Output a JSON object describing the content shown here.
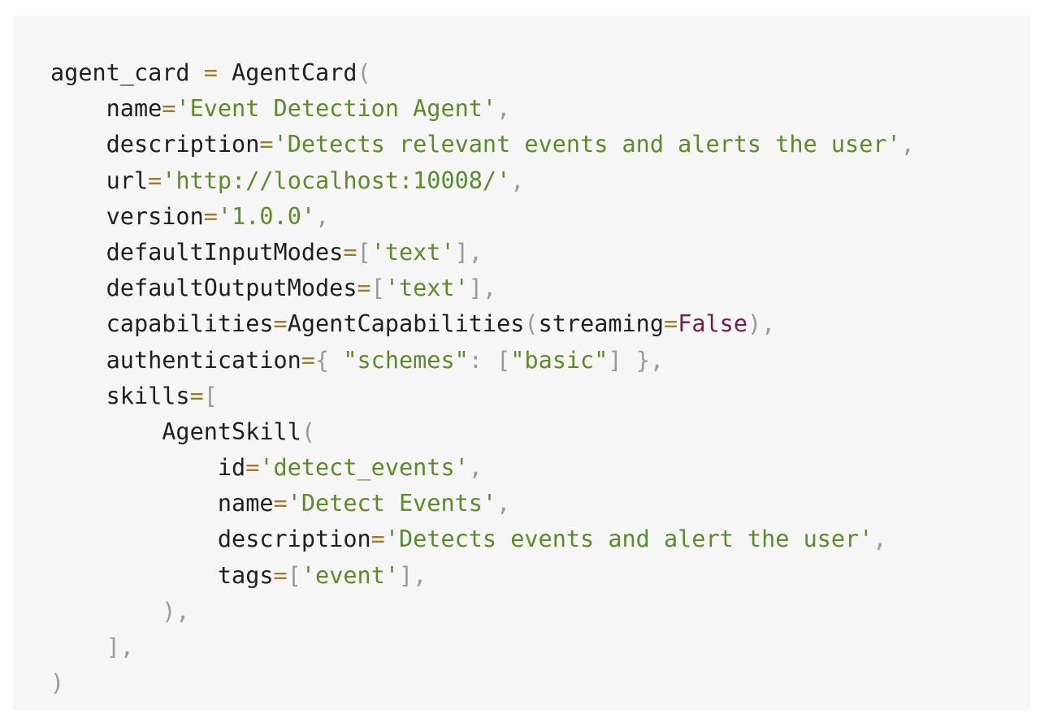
{
  "colors": {
    "background": "#f6f6f6",
    "plain": "#1f1f1f",
    "string": "#5b8c2a",
    "punctuation": "#9a9a9a",
    "operator": "#a07a2a",
    "keyword": "#7a1a4a"
  },
  "code": {
    "lines": [
      {
        "indent": 0,
        "tokens": [
          {
            "text": "agent_card",
            "type": "plain"
          },
          {
            "text": " ",
            "type": "plain"
          },
          {
            "text": "=",
            "type": "op"
          },
          {
            "text": " ",
            "type": "plain"
          },
          {
            "text": "AgentCard",
            "type": "plain"
          },
          {
            "text": "(",
            "type": "punct"
          }
        ]
      },
      {
        "indent": 1,
        "tokens": [
          {
            "text": "name",
            "type": "plain"
          },
          {
            "text": "=",
            "type": "op"
          },
          {
            "text": "'Event Detection Agent'",
            "type": "str"
          },
          {
            "text": ",",
            "type": "punct"
          }
        ]
      },
      {
        "indent": 1,
        "tokens": [
          {
            "text": "description",
            "type": "plain"
          },
          {
            "text": "=",
            "type": "op"
          },
          {
            "text": "'Detects relevant events and alerts the user'",
            "type": "str"
          },
          {
            "text": ",",
            "type": "punct"
          }
        ]
      },
      {
        "indent": 1,
        "tokens": [
          {
            "text": "url",
            "type": "plain"
          },
          {
            "text": "=",
            "type": "op"
          },
          {
            "text": "'http://localhost:10008/'",
            "type": "str"
          },
          {
            "text": ",",
            "type": "punct"
          }
        ]
      },
      {
        "indent": 1,
        "tokens": [
          {
            "text": "version",
            "type": "plain"
          },
          {
            "text": "=",
            "type": "op"
          },
          {
            "text": "'1.0.0'",
            "type": "str"
          },
          {
            "text": ",",
            "type": "punct"
          }
        ]
      },
      {
        "indent": 1,
        "tokens": [
          {
            "text": "defaultInputModes",
            "type": "plain"
          },
          {
            "text": "=",
            "type": "op"
          },
          {
            "text": "[",
            "type": "punct"
          },
          {
            "text": "'text'",
            "type": "str"
          },
          {
            "text": "],",
            "type": "punct"
          }
        ]
      },
      {
        "indent": 1,
        "tokens": [
          {
            "text": "defaultOutputModes",
            "type": "plain"
          },
          {
            "text": "=",
            "type": "op"
          },
          {
            "text": "[",
            "type": "punct"
          },
          {
            "text": "'text'",
            "type": "str"
          },
          {
            "text": "],",
            "type": "punct"
          }
        ]
      },
      {
        "indent": 1,
        "tokens": [
          {
            "text": "capabilities",
            "type": "plain"
          },
          {
            "text": "=",
            "type": "op"
          },
          {
            "text": "AgentCapabilities",
            "type": "plain"
          },
          {
            "text": "(",
            "type": "punct"
          },
          {
            "text": "streaming",
            "type": "plain"
          },
          {
            "text": "=",
            "type": "op"
          },
          {
            "text": "False",
            "type": "kw"
          },
          {
            "text": "),",
            "type": "punct"
          }
        ]
      },
      {
        "indent": 1,
        "tokens": [
          {
            "text": "authentication",
            "type": "plain"
          },
          {
            "text": "=",
            "type": "op"
          },
          {
            "text": "{ ",
            "type": "punct"
          },
          {
            "text": "\"schemes\"",
            "type": "str"
          },
          {
            "text": ": [",
            "type": "punct"
          },
          {
            "text": "\"basic\"",
            "type": "str"
          },
          {
            "text": "] },",
            "type": "punct"
          }
        ]
      },
      {
        "indent": 1,
        "tokens": [
          {
            "text": "skills",
            "type": "plain"
          },
          {
            "text": "=",
            "type": "op"
          },
          {
            "text": "[",
            "type": "punct"
          }
        ]
      },
      {
        "indent": 2,
        "tokens": [
          {
            "text": "AgentSkill",
            "type": "plain"
          },
          {
            "text": "(",
            "type": "punct"
          }
        ]
      },
      {
        "indent": 3,
        "tokens": [
          {
            "text": "id",
            "type": "plain"
          },
          {
            "text": "=",
            "type": "op"
          },
          {
            "text": "'detect_events'",
            "type": "str"
          },
          {
            "text": ",",
            "type": "punct"
          }
        ]
      },
      {
        "indent": 3,
        "tokens": [
          {
            "text": "name",
            "type": "plain"
          },
          {
            "text": "=",
            "type": "op"
          },
          {
            "text": "'Detect Events'",
            "type": "str"
          },
          {
            "text": ",",
            "type": "punct"
          }
        ]
      },
      {
        "indent": 3,
        "tokens": [
          {
            "text": "description",
            "type": "plain"
          },
          {
            "text": "=",
            "type": "op"
          },
          {
            "text": "'Detects events and alert the user'",
            "type": "str"
          },
          {
            "text": ",",
            "type": "punct"
          }
        ]
      },
      {
        "indent": 3,
        "tokens": [
          {
            "text": "tags",
            "type": "plain"
          },
          {
            "text": "=",
            "type": "op"
          },
          {
            "text": "[",
            "type": "punct"
          },
          {
            "text": "'event'",
            "type": "str"
          },
          {
            "text": "],",
            "type": "punct"
          }
        ]
      },
      {
        "indent": 2,
        "tokens": [
          {
            "text": "),",
            "type": "punct"
          }
        ]
      },
      {
        "indent": 1,
        "tokens": [
          {
            "text": "],",
            "type": "punct"
          }
        ]
      },
      {
        "indent": 0,
        "tokens": [
          {
            "text": ")",
            "type": "punct"
          }
        ]
      }
    ]
  }
}
